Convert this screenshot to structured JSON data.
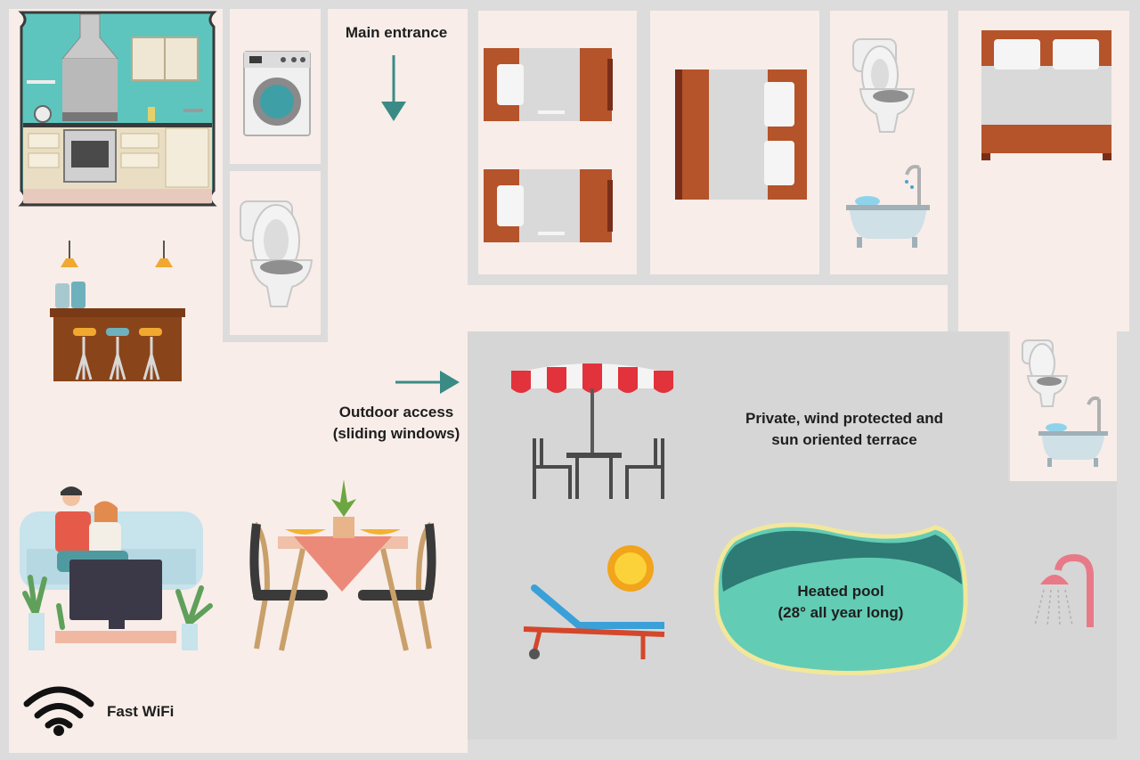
{
  "labels": {
    "main_entrance": "Main entrance",
    "outdoor_access": [
      "Outdoor access",
      "(sliding windows)"
    ],
    "terrace": [
      "Private, wind protected and",
      "sun oriented terrace"
    ],
    "pool": [
      "Heated pool",
      "(28° all year long)"
    ],
    "wifi": "Fast WiFi"
  },
  "colors": {
    "wall": "#dcdcdc",
    "room_floor": "#f8ede9",
    "terrace_floor": "#d6d6d6",
    "arrow": "#3a8b85",
    "wood": "#b5532a",
    "pool_water": "#63ccb5",
    "pool_rim": "#f2e79a",
    "kitchen_wall": "#5ec5be",
    "umbrella_red": "#e2323b"
  },
  "icons": [
    "kitchen-icon",
    "washing-machine-icon",
    "toilet-icon",
    "bed-icon",
    "bathtub-icon",
    "bar-counter-icon",
    "tv-sofa-icon",
    "dining-table-icon",
    "umbrella-table-icon",
    "sun-lounger-icon",
    "sun-icon",
    "pool-icon",
    "outdoor-shower-icon",
    "wifi-icon",
    "arrow-down-icon",
    "arrow-right-icon"
  ]
}
